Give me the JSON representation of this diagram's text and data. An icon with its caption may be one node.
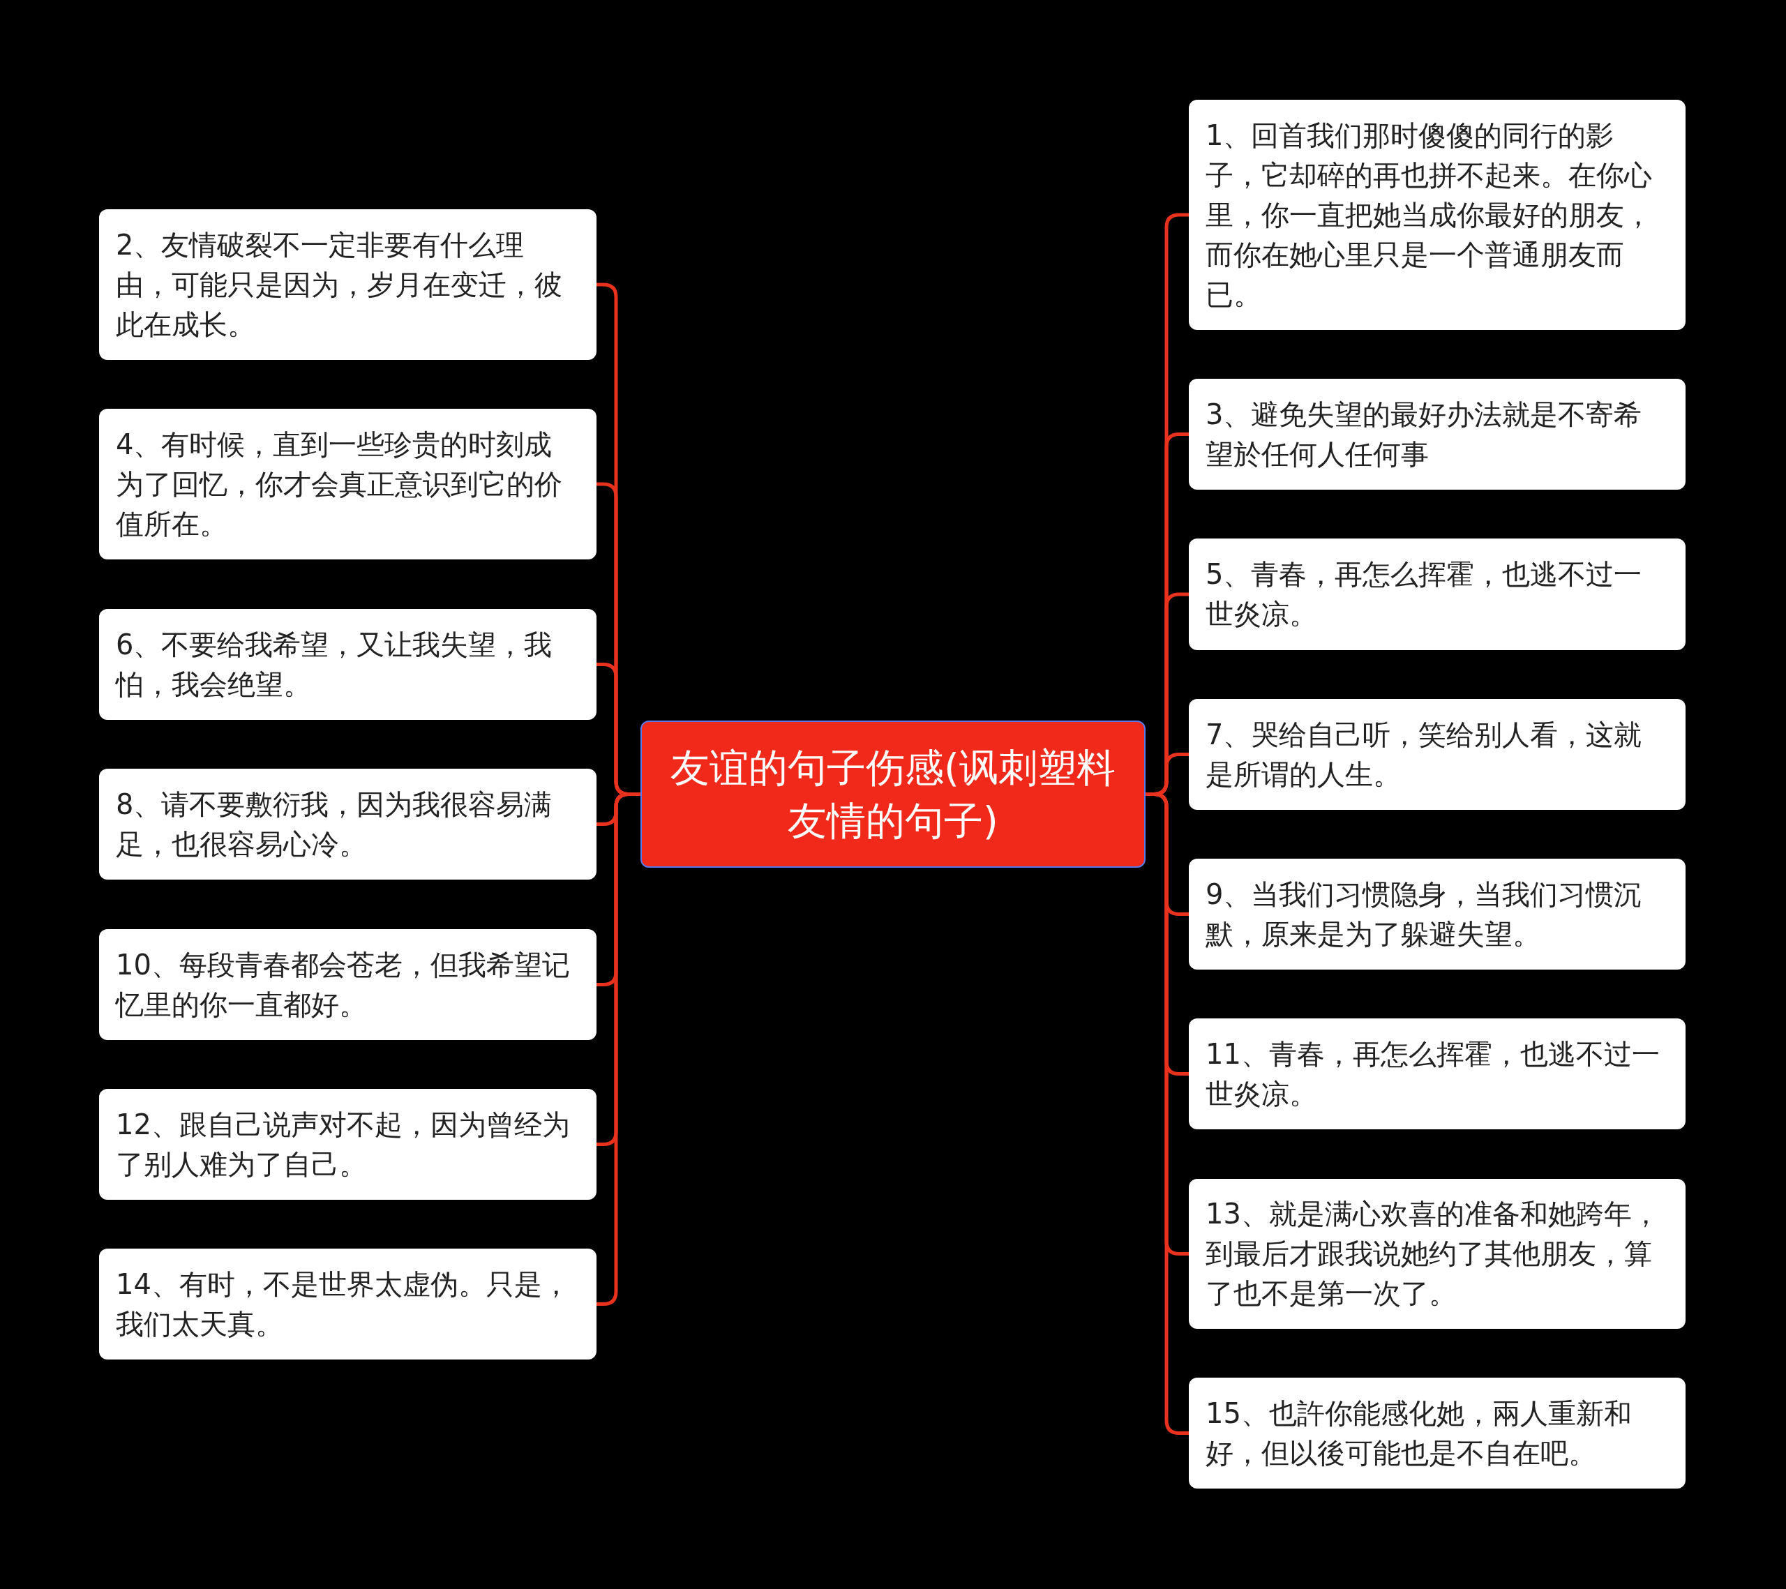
{
  "diagram": {
    "nodes": [
      {
        "text": [
          "友谊的句子伤感(讽刺塑料友情的句子)"
        ]
      },
      {
        "text": [
          "1、回首我们那时傻傻的同行的影子，它却碎的再也拼不起来。在你心里，你一直把她当成你最好的朋友，而你在她心里只是一个普通朋友而已。"
        ]
      },
      {
        "text": [
          "2、友情破裂不一定非要有什么理由，可能只是因为，岁月在变迁，彼此在成长。"
        ]
      },
      {
        "text": [
          "3、避免失望的最好办法就是不寄希望於任何人任何事"
        ]
      },
      {
        "text": [
          "4、有时候，直到一些珍贵的时刻成为了回忆，你才会真正意识到它的价值所在。"
        ]
      },
      {
        "text": [
          "5、青春，再怎么挥霍，也逃不过一世炎凉。"
        ]
      },
      {
        "text": [
          "6、不要给我希望，又让我失望，我怕，我会绝望。"
        ]
      },
      {
        "text": [
          "7、哭给自己听，笑给别人看，这就是所谓的人生。"
        ]
      },
      {
        "text": [
          "8、请不要敷衍我，因为我很容易满足，也很容易心冷。"
        ]
      },
      {
        "text": [
          "9、当我们习惯隐身，当我们习惯沉默，原来是为了躲避失望。"
        ]
      },
      {
        "text": [
          "10、每段青春都会苍老，但我希望记忆里的你一直都好。"
        ]
      },
      {
        "text": [
          "11、青春，再怎么挥霍，也逃不过一世炎凉。"
        ]
      },
      {
        "text": [
          "12、跟自己说声对不起，因为曾经为了别人难为了自己。"
        ]
      },
      {
        "text": [
          "13、就是满心欢喜的准备和她跨年，到最后才跟我说她约了其他朋友，算了也不是第一次了。"
        ]
      },
      {
        "text": [
          "14、有时，不是世界太虚伪。只是，我们太天真。"
        ]
      },
      {
        "text": [
          "15、也許你能感化她，兩人重新和好，但以後可能也是不自在吧。"
        ]
      }
    ],
    "edges": [
      {
        "from": 0,
        "to": 1,
        "arrow": "none"
      },
      {
        "from": 0,
        "to": 2,
        "arrow": "none"
      },
      {
        "from": 0,
        "to": 3,
        "arrow": "none"
      },
      {
        "from": 0,
        "to": 4,
        "arrow": "none"
      },
      {
        "from": 0,
        "to": 5,
        "arrow": "none"
      },
      {
        "from": 0,
        "to": 6,
        "arrow": "none"
      },
      {
        "from": 0,
        "to": 7,
        "arrow": "none"
      },
      {
        "from": 0,
        "to": 8,
        "arrow": "none"
      },
      {
        "from": 0,
        "to": 9,
        "arrow": "none"
      },
      {
        "from": 0,
        "to": 10,
        "arrow": "none"
      },
      {
        "from": 0,
        "to": 11,
        "arrow": "none"
      },
      {
        "from": 0,
        "to": 12,
        "arrow": "none"
      },
      {
        "from": 0,
        "to": 13,
        "arrow": "none"
      },
      {
        "from": 0,
        "to": 14,
        "arrow": "none"
      },
      {
        "from": 0,
        "to": 15,
        "arrow": "none"
      }
    ]
  }
}
